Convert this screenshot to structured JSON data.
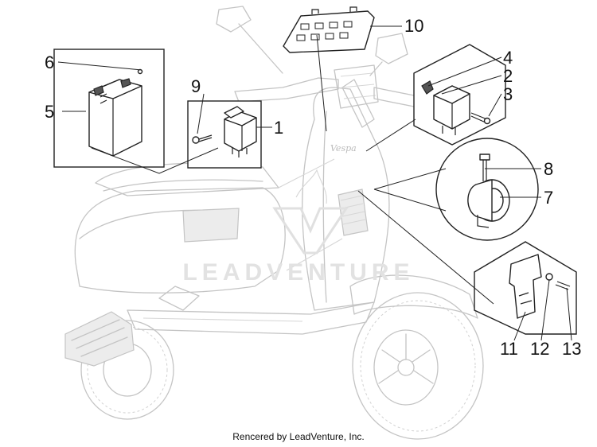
{
  "callouts": [
    "1",
    "2",
    "3",
    "4",
    "5",
    "6",
    "7",
    "8",
    "9",
    "10",
    "11",
    "12",
    "13"
  ],
  "watermark": "LEADVENTURE",
  "credit": "Rencered by LeadVenture, Inc.",
  "scooter_badge": "Vespa",
  "colors": {
    "ghost_outline": "#c4c4c4",
    "part_outline": "#222222",
    "label": "#111111"
  },
  "icons": [
    "battery-icon",
    "relay-icon",
    "horn-icon",
    "bracket-icon",
    "leadventure-logo-icon"
  ]
}
